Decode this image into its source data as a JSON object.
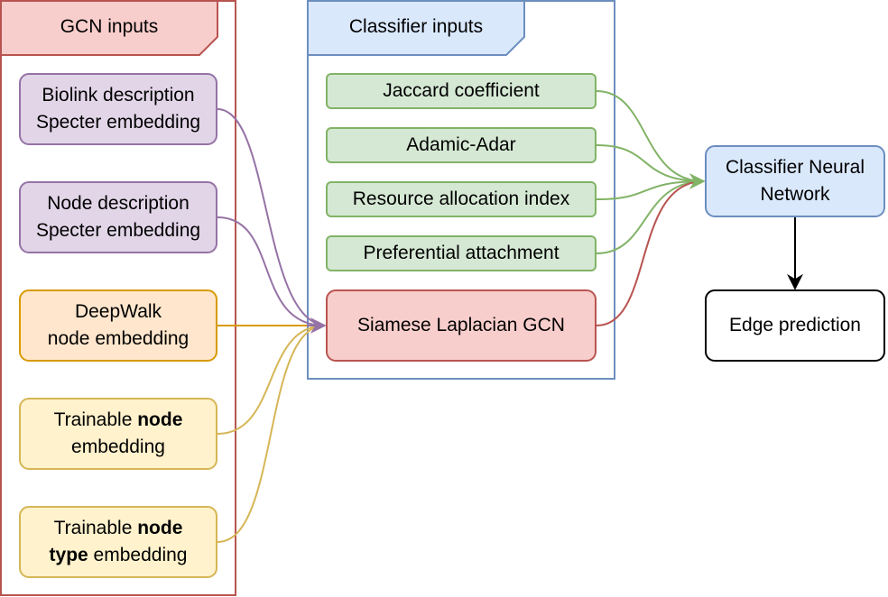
{
  "colors": {
    "gcn_frame": "#b85450",
    "gcn_title_fill": "#f8cecc",
    "classifier_frame": "#6c8ebf",
    "classifier_title_fill": "#dae8fc",
    "purple_fill": "#e1d5e7",
    "purple_stroke": "#9673a6",
    "orange_fill": "#ffe6cc",
    "orange_stroke": "#d79b00",
    "yellow_fill": "#fff2cc",
    "yellow_stroke": "#d6b656",
    "green_fill": "#d5e8d4",
    "green_stroke": "#82b366",
    "red_fill": "#f8cecc",
    "red_stroke": "#b85450",
    "blue_fill": "#dae8fc",
    "blue_stroke": "#6c8ebf"
  },
  "gcn_inputs": {
    "title": "GCN inputs",
    "biolink": {
      "line1": "Biolink description",
      "line2": "Specter embedding"
    },
    "node_desc": {
      "line1": "Node description",
      "line2": "Specter embedding"
    },
    "deepwalk": {
      "line1": "DeepWalk",
      "line2": "node embedding"
    },
    "trainable_node": {
      "pre": "Trainable ",
      "bold": "node",
      "line2": "embedding"
    },
    "trainable_type": {
      "pre": "Trainable ",
      "bold1": "node",
      "bold2": "type",
      "post": " embedding"
    }
  },
  "classifier_inputs": {
    "title": "Classifier inputs",
    "jaccard": "Jaccard coefficient",
    "adamic": "Adamic-Adar",
    "resource": "Resource allocation index",
    "preferential": "Preferential attachment",
    "siamese": "Siamese Laplacian GCN"
  },
  "classifier_nn": {
    "line1": "Classifier Neural",
    "line2": "Network"
  },
  "edge_prediction": "Edge prediction"
}
